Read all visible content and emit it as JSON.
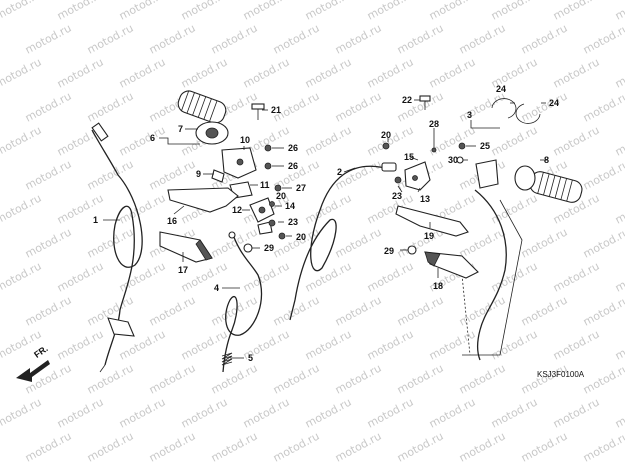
{
  "diagram": {
    "watermark": "motod.ru",
    "code": "KSJ3F0100A",
    "front_indicator": "FR.",
    "callouts": [
      "1",
      "2",
      "3",
      "4",
      "5",
      "6",
      "7",
      "8",
      "9",
      "10",
      "11",
      "12",
      "13",
      "14",
      "15",
      "16",
      "17",
      "18",
      "19",
      "20",
      "20",
      "20",
      "21",
      "22",
      "23",
      "23",
      "24",
      "24",
      "25",
      "26",
      "26",
      "27",
      "28",
      "29",
      "29",
      "30"
    ]
  }
}
